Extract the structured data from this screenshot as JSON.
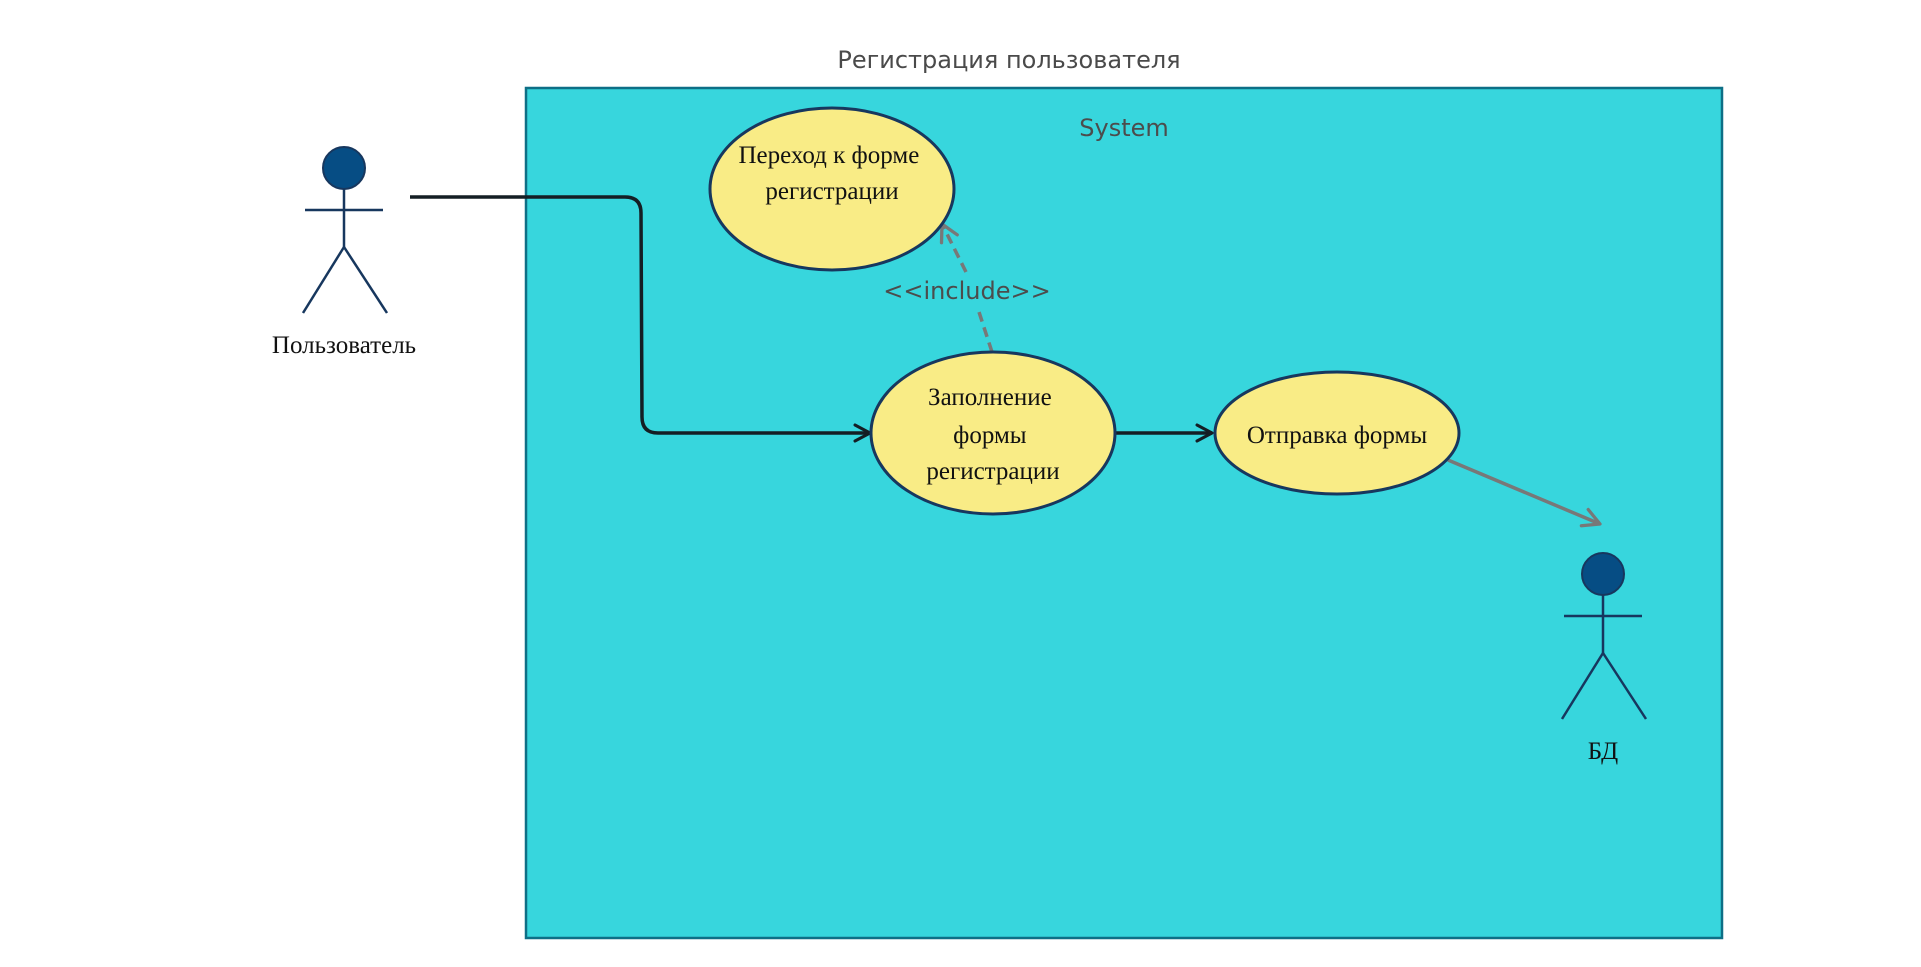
{
  "diagram": {
    "title": "Регистрация пользователя",
    "system_label": "System",
    "actors": {
      "user": "Пользователь",
      "db": "БД"
    },
    "use_cases": {
      "go_to_form": [
        "Переход к форме",
        "регистрации"
      ],
      "fill_form": [
        "Заполнение",
        "формы",
        "регистрации"
      ],
      "send_form": [
        "Отправка формы"
      ]
    },
    "include_label": "<<include>>"
  },
  "colors": {
    "system_fill": "#37d6dd",
    "system_stroke": "#0e6f86",
    "usecase_fill": "#f9ec86",
    "usecase_stroke": "#17375e",
    "actor_head": "#064d84",
    "actor_lines": "#17375e",
    "edge_dark": "#141e24",
    "edge_gray": "#787878"
  }
}
